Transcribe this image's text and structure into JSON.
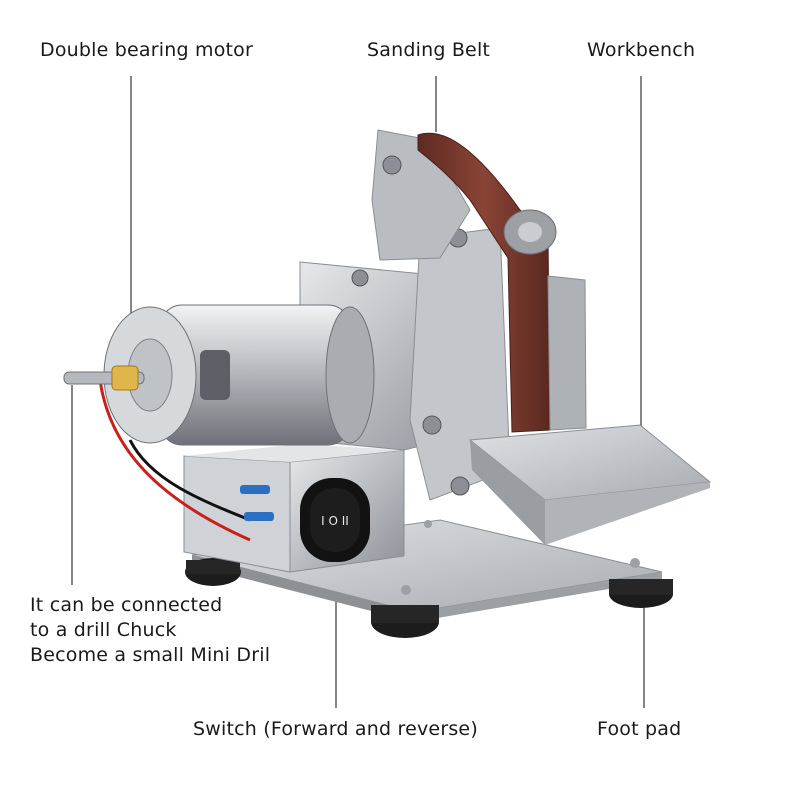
{
  "labels": {
    "motor": "Double bearing motor",
    "belt": "Sanding Belt",
    "workbench": "Workbench",
    "drill_lines": [
      "It can be connected",
      "to a drill Chuck",
      "Become a small Mini Dril"
    ],
    "switch": "Switch (Forward and reverse)",
    "foot": "Foot pad"
  },
  "switch_symbols": "I O II",
  "colors": {
    "background": "#ffffff",
    "steel": "#c9ccd0",
    "belt": "#7a3a2e",
    "pad": "#1c1c1c",
    "leader": "#444444"
  }
}
